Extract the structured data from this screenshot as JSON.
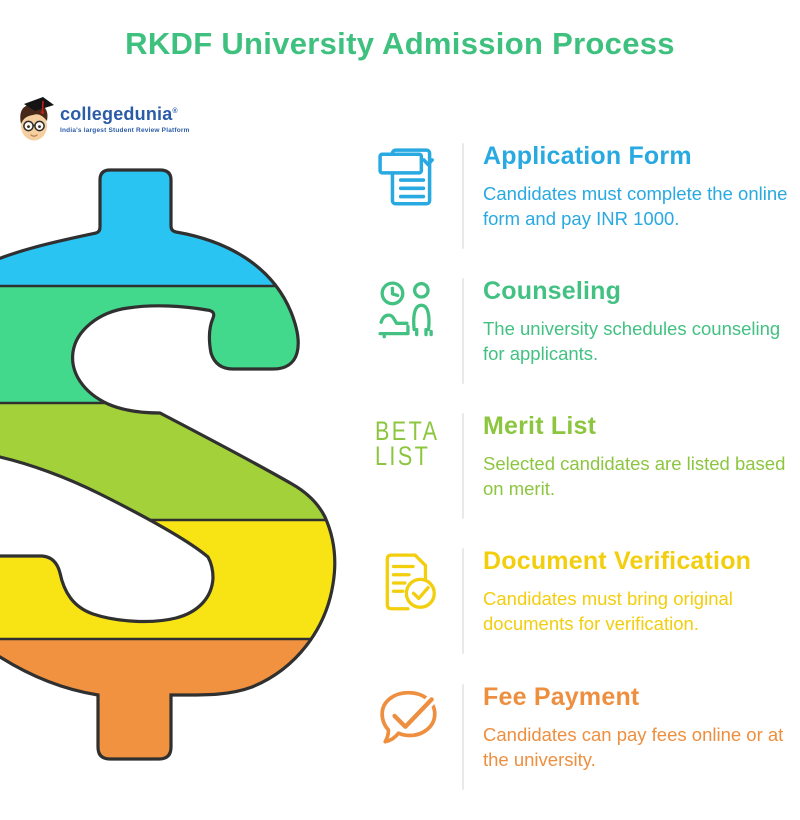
{
  "title": {
    "text": "RKDF University Admission Process",
    "color": "#3ec17e"
  },
  "logo": {
    "brand": "collegedunia",
    "reg_mark": "®",
    "tagline": "India's largest Student Review Platform",
    "text_color": "#2b5ca8"
  },
  "illustration": {
    "name": "dollar-sign",
    "outline_color": "#303030",
    "bands": [
      {
        "label": "blue",
        "color": "#2ac4f3"
      },
      {
        "label": "green",
        "color": "#42d98c"
      },
      {
        "label": "yellow-green",
        "color": "#a2d139"
      },
      {
        "label": "yellow",
        "color": "#f8e414"
      },
      {
        "label": "orange",
        "color": "#f19240"
      }
    ]
  },
  "steps": [
    {
      "title": "Application Form",
      "description": "Candidates must complete the online form and pay INR 1000.",
      "color": "#29a9e1",
      "icon": "form-icon"
    },
    {
      "title": "Counseling",
      "description": "The university schedules counseling for applicants.",
      "color": "#42c182",
      "icon": "counseling-icon"
    },
    {
      "title": "Merit List",
      "description": "Selected candidates are listed based on merit.",
      "color": "#8cc63f",
      "icon": "beta-list-icon",
      "icon_text": {
        "line1": "BETA",
        "line2": "LIST"
      }
    },
    {
      "title": "Document Verification",
      "description": "Candidates must bring original documents for verification.",
      "color": "#f2ce0d",
      "icon": "document-check-icon"
    },
    {
      "title": "Fee Payment",
      "description": "Candidates can pay fees online or at the university.",
      "color": "#ee8f3f",
      "icon": "chat-check-icon"
    }
  ]
}
